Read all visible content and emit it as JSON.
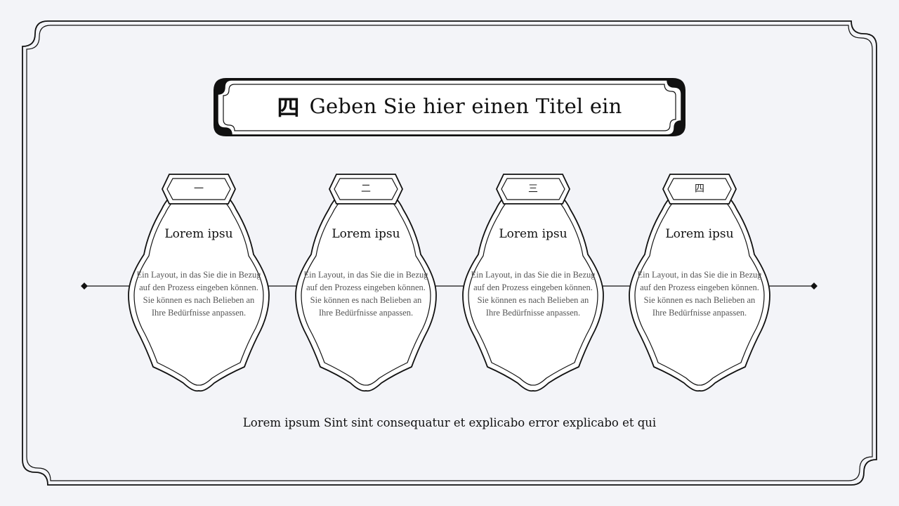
{
  "slide": {
    "title_number": "四",
    "title": "Geben Sie hier einen Titel ein",
    "cards": [
      {
        "number": "一",
        "title": "Lorem ipsu",
        "body": "Ein Layout, in das Sie die in Bezug auf den Prozess eingeben können. Sie können es nach Belieben an Ihre Bedürfnisse anpassen."
      },
      {
        "number": "二",
        "title": "Lorem ipsu",
        "body": "Ein Layout, in das Sie die in Bezug auf den Prozess eingeben können. Sie können es nach Belieben an Ihre Bedürfnisse anpassen."
      },
      {
        "number": "三",
        "title": "Lorem ipsu",
        "body": "Ein Layout, in das Sie die in Bezug auf den Prozess eingeben können. Sie können es nach Belieben an Ihre Bedürfnisse anpassen."
      },
      {
        "number": "四",
        "title": "Lorem ipsu",
        "body": "Ein Layout, in das Sie die in Bezug auf den Prozess eingeben können. Sie können es nach Belieben an Ihre Bedürfnisse anpassen."
      }
    ],
    "footer": "Lorem ipsum Sint sint consequatur et explicabo error explicabo et qui"
  },
  "colors": {
    "background": "#f3f4f8",
    "ink": "#111111",
    "card_fill": "#ffffff",
    "body_text": "#555555"
  }
}
